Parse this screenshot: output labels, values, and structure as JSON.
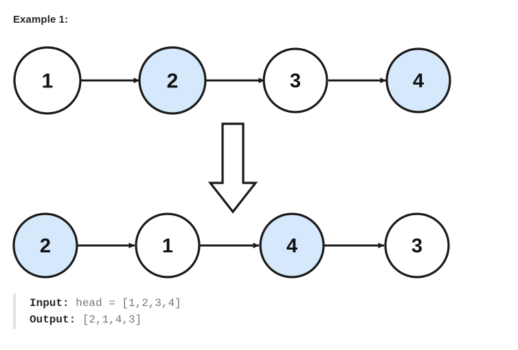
{
  "heading": "Example 1:",
  "diagram": {
    "type": "linked-list-swap-pairs",
    "colors": {
      "highlight_fill": "#d6e8fb",
      "plain_fill": "#ffffff",
      "stroke": "#1a1a1a"
    },
    "transform_arrow": "down-block-arrow",
    "rows": [
      {
        "name": "input-list",
        "nodes": [
          {
            "label": "1",
            "highlighted": false
          },
          {
            "label": "2",
            "highlighted": true
          },
          {
            "label": "3",
            "highlighted": false
          },
          {
            "label": "4",
            "highlighted": true
          }
        ]
      },
      {
        "name": "output-list",
        "nodes": [
          {
            "label": "2",
            "highlighted": true
          },
          {
            "label": "1",
            "highlighted": false
          },
          {
            "label": "4",
            "highlighted": true
          },
          {
            "label": "3",
            "highlighted": false
          }
        ]
      }
    ]
  },
  "code": {
    "input_label": "Input:",
    "input_value": " head = [1,2,3,4]",
    "output_label": "Output:",
    "output_value": " [2,1,4,3]"
  }
}
